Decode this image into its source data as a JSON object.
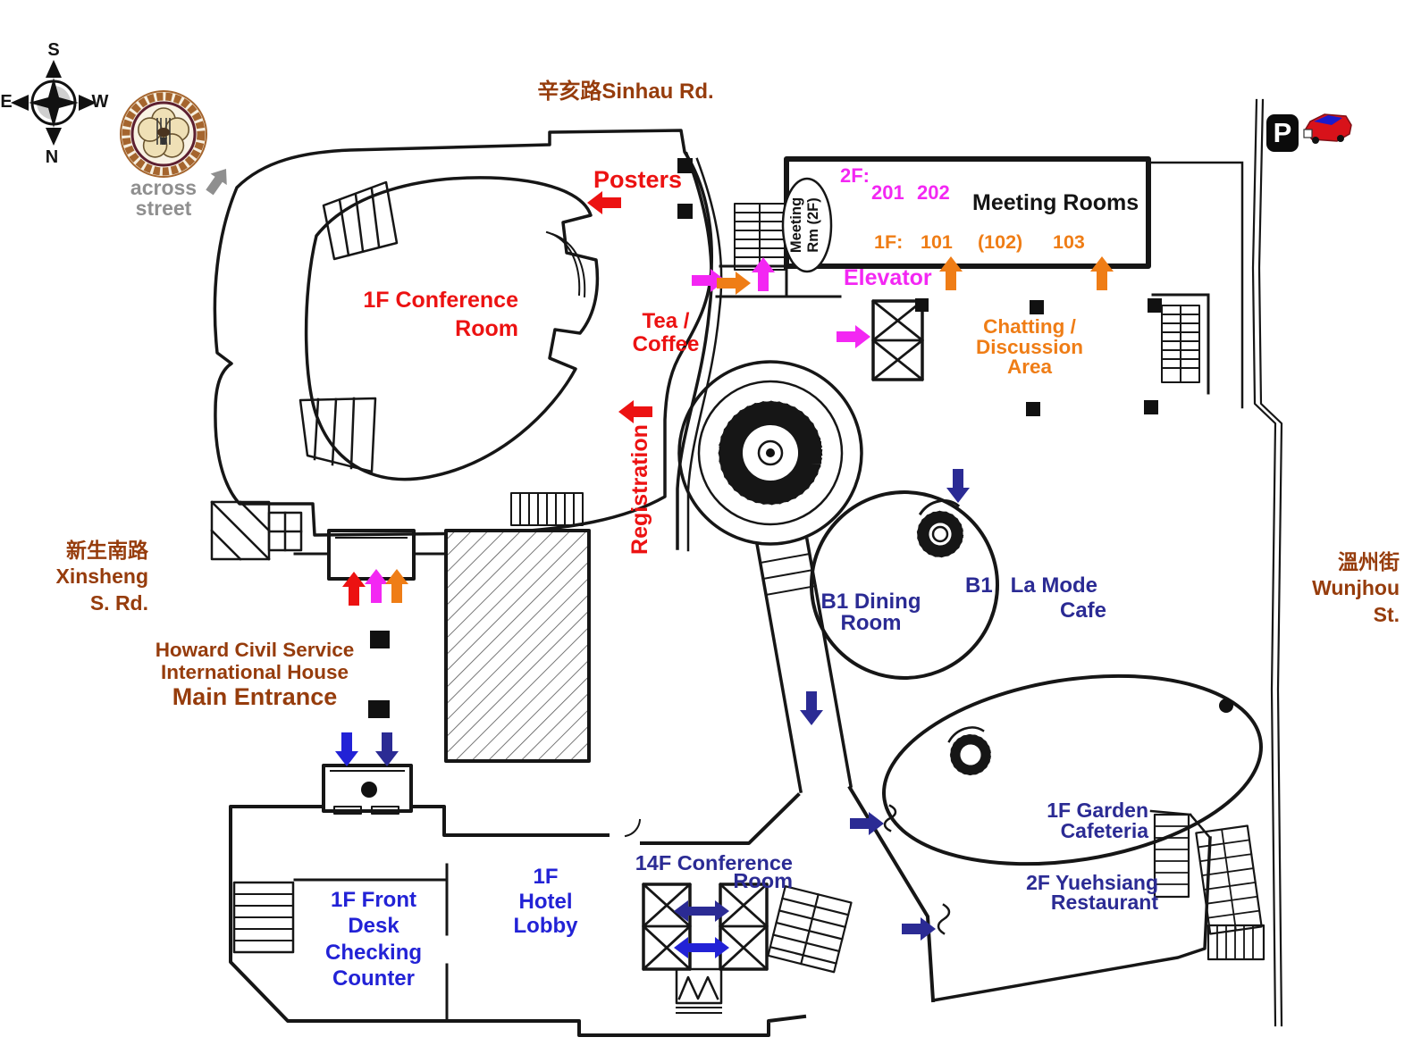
{
  "title": "Howard Civil Service International House venue floor plan",
  "palette": {
    "road_label_brown": "#963c0c",
    "red": "#ec1212",
    "magenta": "#f327f3",
    "orange": "#ef7d16",
    "navy": "#2b2b94",
    "bright_blue": "#2222d6",
    "gray": "#8f8f8f",
    "plan_line_black": "#161616",
    "car_red": "#d8121a",
    "car_window_blue": "#1a1acc"
  },
  "compass": {
    "top": "S",
    "bottom": "N",
    "left": "E",
    "right": "W"
  },
  "streets": {
    "top": "辛亥路Sinhau Rd.",
    "left": {
      "line1": "新生南路",
      "line2": "Xinsheng",
      "line3": "S. Rd."
    },
    "right": {
      "line1": "溫州街",
      "line2": "Wunjhou",
      "line3": "St."
    }
  },
  "across_street": {
    "line1": "across",
    "line2": "street"
  },
  "parking_sign": "P",
  "entrance": {
    "line1": "Howard Civil Service",
    "line2": "International House",
    "line3": "Main Entrance"
  },
  "rooms": {
    "posters": "Posters",
    "conference_1f": {
      "line1": "1F Conference",
      "line2": "Room"
    },
    "tea_coffee": {
      "line1": "Tea /",
      "line2": "Coffee"
    },
    "registration": "Registration",
    "meeting_rooms": "Meeting Rooms",
    "meeting_rm_2f": {
      "line1": "Meeting",
      "line2": "Rm (2F)"
    },
    "floor2": {
      "prefix": "2F:",
      "r1": "201",
      "r2": "202"
    },
    "floor1": {
      "prefix": "1F:",
      "r1": "101",
      "r2": "(102)",
      "r3": "103"
    },
    "elevator": "Elevator",
    "chatting": {
      "line1": "Chatting /",
      "line2": "Discussion",
      "line3": "Area"
    },
    "dining_b1": {
      "line1": "B1 Dining",
      "line2": "Room"
    },
    "la_mode": {
      "line1": "B1   La Mode",
      "line2": "Cafe"
    },
    "front_desk": {
      "line1": "1F Front",
      "line2": "Desk",
      "line3": "Checking",
      "line4": "Counter"
    },
    "hotel_lobby": {
      "line1": "1F",
      "line2": "Hotel",
      "line3": "Lobby"
    },
    "conference_14f": {
      "line1": "14F Conference",
      "line2": "Room"
    },
    "garden_cafeteria": {
      "line1": "1F Garden",
      "line2": "Cafeteria"
    },
    "yuehsiang": {
      "line1": "2F Yuehsiang",
      "line2": "Restaurant"
    }
  }
}
